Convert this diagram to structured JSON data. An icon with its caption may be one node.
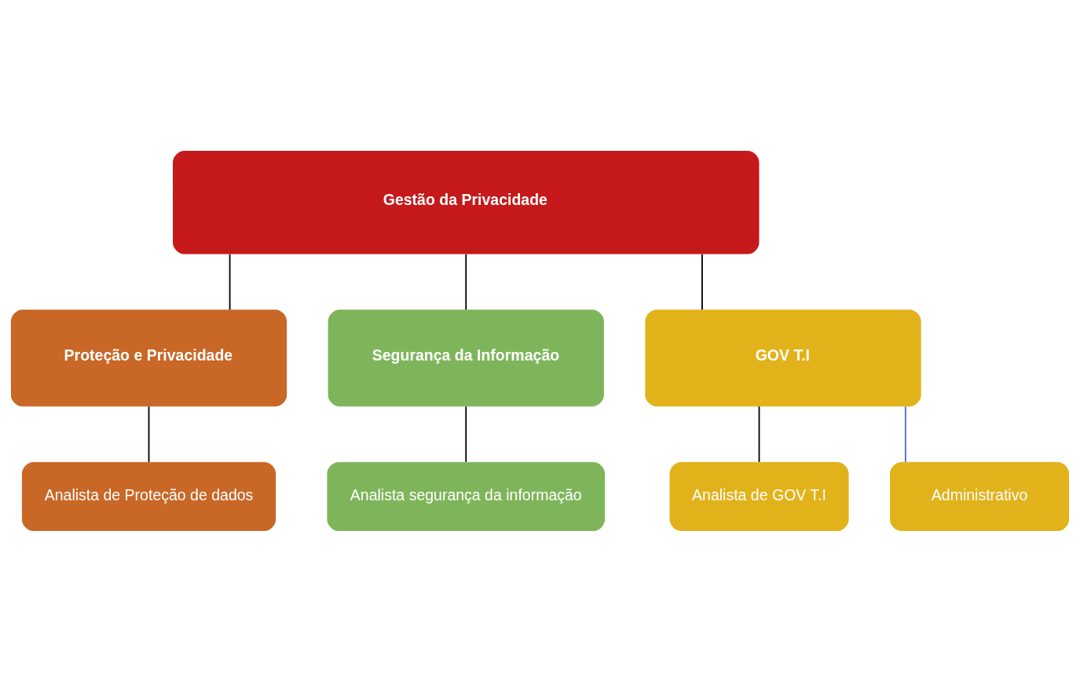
{
  "diagram": {
    "nodes": [
      {
        "text": [
          "Gestão da Privacidade"
        ]
      },
      {
        "text": [
          "Proteção e Privacidade"
        ]
      },
      {
        "text": [
          "Segurança da Informação"
        ]
      },
      {
        "text": [
          "GOV T.I"
        ]
      },
      {
        "text": [
          "Analista de Proteção de dados"
        ]
      },
      {
        "text": [
          "Analista segurança da informação"
        ]
      },
      {
        "text": [
          "Analista de GOV T.I"
        ]
      },
      {
        "text": [
          "Administrativo"
        ]
      }
    ],
    "edges": [
      {
        "from": 0,
        "to": 1,
        "arrow": "none"
      },
      {
        "from": 0,
        "to": 2,
        "arrow": "none"
      },
      {
        "from": 0,
        "to": 3,
        "arrow": "none"
      },
      {
        "from": 1,
        "to": 4,
        "arrow": "none"
      },
      {
        "from": 2,
        "to": 5,
        "arrow": "none"
      },
      {
        "from": 3,
        "to": 6,
        "arrow": "none"
      },
      {
        "from": 3,
        "to": 7,
        "arrow": "none",
        "color": "#4472c4"
      }
    ]
  }
}
